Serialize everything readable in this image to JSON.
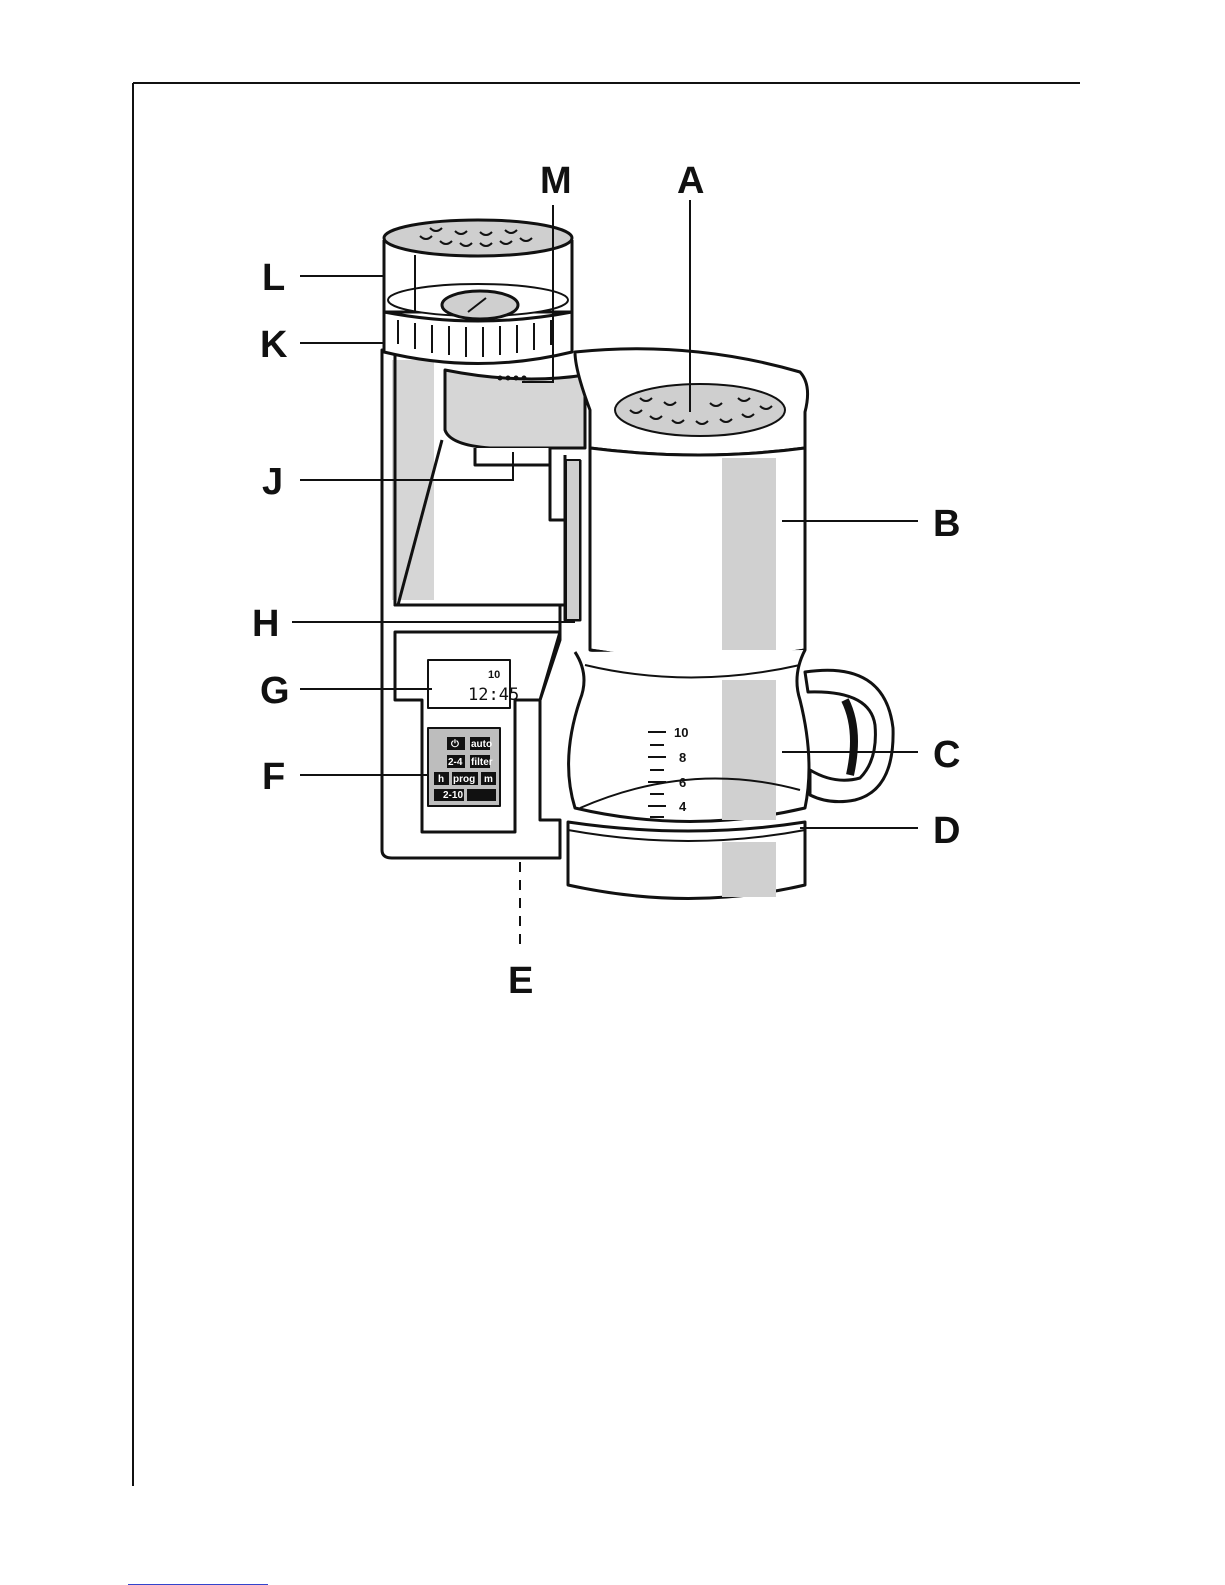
{
  "callouts": {
    "A": "A",
    "B": "B",
    "C": "C",
    "D": "D",
    "E": "E",
    "F": "F",
    "G": "G",
    "H": "H",
    "J": "J",
    "K": "K",
    "L": "L",
    "M": "M"
  },
  "display": {
    "time": "12:45",
    "cups": "10"
  },
  "control_panel": {
    "power_icon": "power-icon",
    "auto": "auto",
    "strength": "2-4",
    "filter": "filter",
    "hour": "h",
    "prog": "prog",
    "minute": "m",
    "cups_range": "2-10"
  },
  "carafe_scale": [
    "10",
    "8",
    "6",
    "4"
  ],
  "colors": {
    "line": "#111111",
    "shade": "#d0d0d0",
    "panel": "#bdbdbd",
    "button": "#111111"
  }
}
